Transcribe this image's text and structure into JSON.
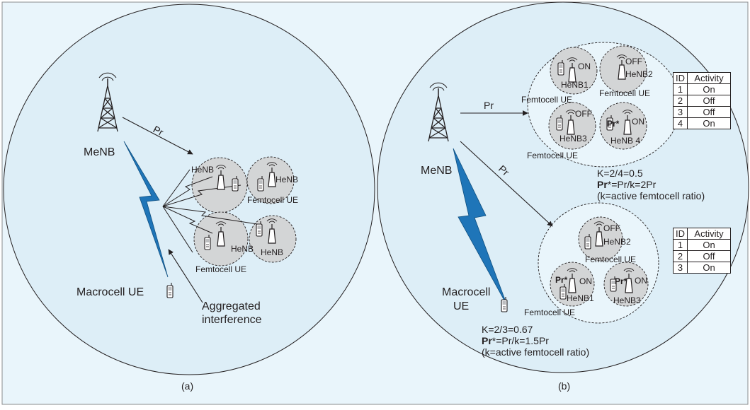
{
  "panel_a": {
    "caption": "(a)",
    "menb": "MeNB",
    "pr": "Pr",
    "henb": "HeNB",
    "femtocell_ue": "Femtocell UE",
    "macrocell_ue": "Macrocell UE",
    "aggregated_1": "Aggregated",
    "aggregated_2": "interference"
  },
  "panel_b": {
    "caption": "(b)",
    "menb": "MeNB",
    "pr": "Pr",
    "on": "ON",
    "off": "OFF",
    "pr_star": "Pr*",
    "femtocell_ue": "Femtocell UE",
    "macrocell_ue_1": "Macrocell",
    "macrocell_ue_2": "UE",
    "upper": {
      "henb1": "HeNB1",
      "henb2": "HeNB2",
      "henb3": "HeNB3",
      "henb4": "HeNB 4",
      "k": "K=2/4=0.5",
      "pr_line": "Pr",
      "pr_formula": "*=Pr/k=2Pr",
      "note": "(k=active femtocell ratio)",
      "table": {
        "headers": [
          "ID",
          "Activity"
        ],
        "rows": [
          [
            "1",
            "On"
          ],
          [
            "2",
            "Off"
          ],
          [
            "3",
            "Off"
          ],
          [
            "4",
            "On"
          ]
        ]
      }
    },
    "lower": {
      "henb1": "HeNB1",
      "henb2": "HeNB2",
      "henb3": "HeNB3",
      "k": "K=2/3=0.67",
      "pr_line": "Pr",
      "pr_formula": "*=Pr/k=1.5Pr",
      "note": "(k=active femtocell ratio)",
      "table": {
        "headers": [
          "ID",
          "Activity"
        ],
        "rows": [
          [
            "1",
            "On"
          ],
          [
            "2",
            "Off"
          ],
          [
            "3",
            "On"
          ]
        ]
      }
    }
  },
  "colors": {
    "background": "#e9f5fb",
    "macrocell": "#ddeef7",
    "femto_zone": "#d3d5d6",
    "lightning": "#1f75b8"
  }
}
